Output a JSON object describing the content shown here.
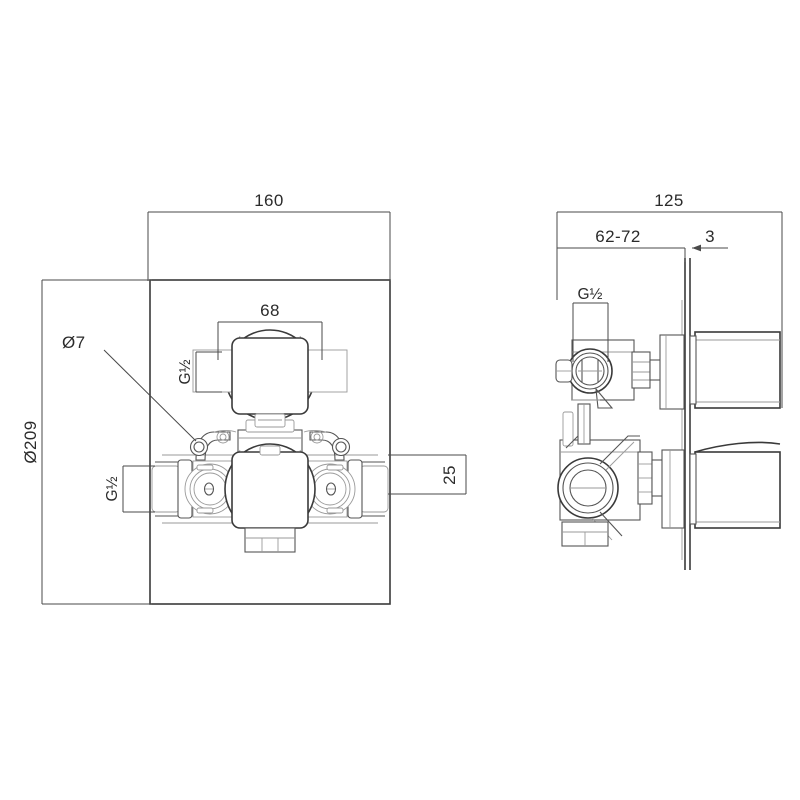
{
  "drawing": {
    "title": "Concealed thermostatic shower valve technical drawing",
    "background_color": "#ffffff",
    "line_color": "#3a3a3a",
    "dimension_text_color": "#2b2b2b",
    "views": {
      "front": {
        "name": "front-view",
        "dimensions": {
          "overall_width": "160",
          "knob_width": "68",
          "plate_diameter": "Ø209",
          "hole_diameter": "Ø7",
          "inlet_top": "G½",
          "inlet_bottom": "G½",
          "body_depth": "25"
        }
      },
      "side": {
        "name": "side-view",
        "dimensions": {
          "overall_depth": "125",
          "install_depth_range": "62-72",
          "plate_thickness": "3",
          "inlet": "G½"
        }
      }
    },
    "labels": [
      {
        "id": "front-overall-width",
        "text": "160"
      },
      {
        "id": "front-knob-width",
        "text": "68"
      },
      {
        "id": "front-plate-diameter",
        "text": "Ø209"
      },
      {
        "id": "front-hole-diameter",
        "text": "Ø7"
      },
      {
        "id": "front-inlet-top",
        "text": "G½"
      },
      {
        "id": "front-inlet-bottom",
        "text": "G½"
      },
      {
        "id": "front-body-depth",
        "text": "25"
      },
      {
        "id": "side-overall-depth",
        "text": "125"
      },
      {
        "id": "side-install-depth",
        "text": "62-72"
      },
      {
        "id": "side-plate-thickness",
        "text": "3"
      },
      {
        "id": "side-inlet",
        "text": "G½"
      }
    ]
  }
}
